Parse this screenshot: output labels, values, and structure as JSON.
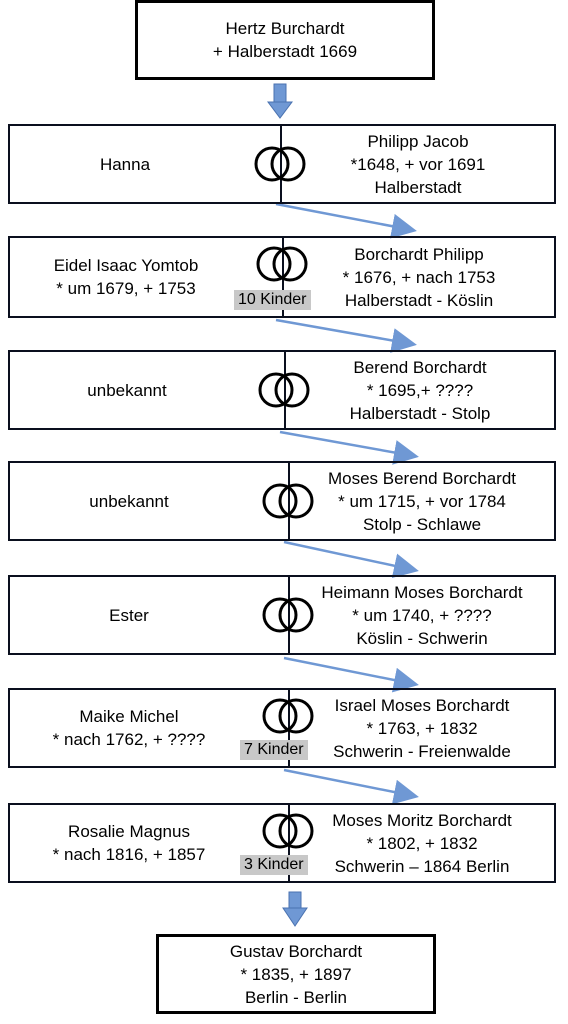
{
  "top_box": {
    "name": "Hertz Burchardt",
    "detail": "+ Halberstadt 1669"
  },
  "couples": [
    {
      "left": [
        "Hanna"
      ],
      "right": [
        "Philipp Jacob",
        "*1648, + vor 1691",
        "Halberstadt"
      ],
      "badge": ""
    },
    {
      "left": [
        "Eidel Isaac Yomtob",
        "* um 1679, + 1753"
      ],
      "right": [
        "Borchardt Philipp",
        "* 1676, + nach 1753",
        "Halberstadt - Köslin"
      ],
      "badge": "10 Kinder"
    },
    {
      "left": [
        "unbekannt"
      ],
      "right": [
        "Berend Borchardt",
        "* 1695,+ ????",
        "Halberstadt - Stolp"
      ],
      "badge": ""
    },
    {
      "left": [
        "unbekannt"
      ],
      "right": [
        "Moses Berend Borchardt",
        "* um 1715, + vor 1784",
        "Stolp - Schlawe"
      ],
      "badge": ""
    },
    {
      "left": [
        "Ester"
      ],
      "right": [
        "Heimann Moses Borchardt",
        "* um 1740, + ????",
        "Köslin - Schwerin"
      ],
      "badge": ""
    },
    {
      "left": [
        "Maike Michel",
        "* nach 1762, + ????"
      ],
      "right": [
        "Israel Moses Borchardt",
        "* 1763, + 1832",
        "Schwerin - Freienwalde"
      ],
      "badge": "7 Kinder"
    },
    {
      "left": [
        "Rosalie Magnus",
        "* nach 1816, + 1857"
      ],
      "right": [
        "Moses Moritz Borchardt",
        "* 1802, + 1832",
        "Schwerin – 1864 Berlin"
      ],
      "badge": "3 Kinder"
    }
  ],
  "bottom_box": {
    "lines": [
      "Gustav Borchardt",
      "* 1835, + 1897",
      "Berlin - Berlin"
    ]
  },
  "colors": {
    "arrow": "#6f98d4",
    "border": "#000000",
    "badge_bg": "#c8c8c8"
  },
  "icons": {
    "marriage": "interlocked-rings-icon",
    "arrow": "down-arrow-icon"
  }
}
